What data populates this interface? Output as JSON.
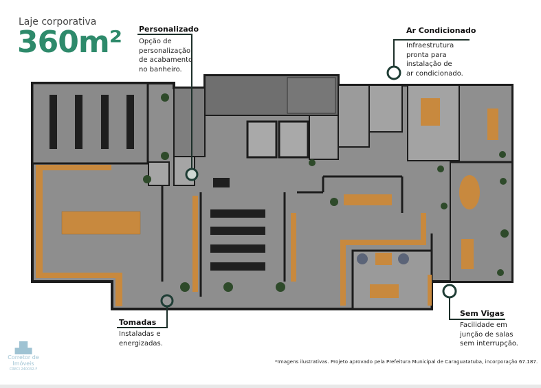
{
  "header": {
    "subtitle": "Laje corporativa",
    "area": "360m²"
  },
  "callouts": [
    {
      "title": "Personalizado",
      "description": [
        "Opção de",
        "personalização",
        "de acabamento",
        "no banheiro."
      ]
    },
    {
      "title": "Ar Condicionado",
      "description": [
        "Infraestrutura",
        "pronta para",
        "instalação de",
        "ar condicionado."
      ]
    },
    {
      "title": "Tomadas",
      "description": [
        "Instaladas e",
        "energizadas."
      ]
    },
    {
      "title": "Sem Vigas",
      "description": [
        "Facilidade em",
        "junção de salas",
        "sem interrupção."
      ]
    }
  ],
  "footnote": "*Imagens ilustrativas. Projeto aprovado pela Prefeitura Municipal de Caraguatatuba, incorporação 67.187.",
  "watermark": {
    "line1": "Corretor de",
    "line2": "Imóveis",
    "line3": "CRECI 240032-F"
  },
  "colors": {
    "accent": "#2e8a6b",
    "floor": "#8f8f8f",
    "wall": "#1c1c1c",
    "wood": "#c8893e",
    "marker": "#1f3d35"
  }
}
